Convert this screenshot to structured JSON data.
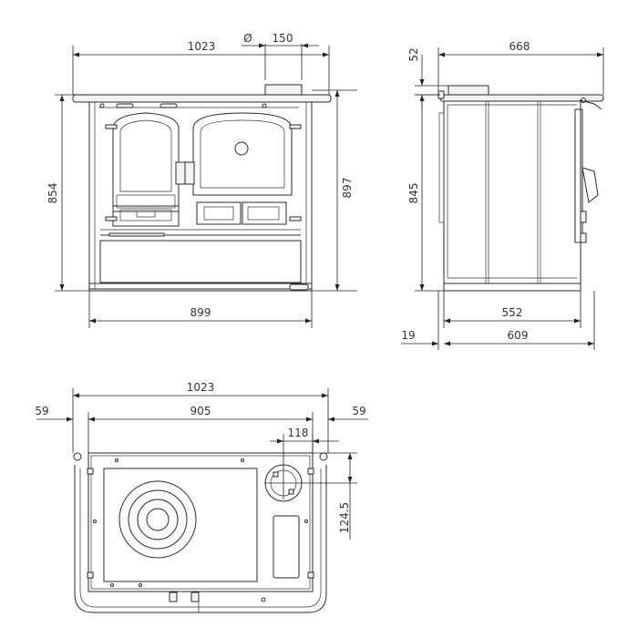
{
  "front_view": {
    "width_top": "1023",
    "flue_symbol": "Ø",
    "flue_diameter": "150",
    "height_total": "897",
    "height_body": "854",
    "width_body": "899"
  },
  "side_view": {
    "depth_top": "668",
    "top_offset": "52",
    "height": "845",
    "depth_body": "552",
    "front_offset": "19",
    "depth_total": "609"
  },
  "top_view": {
    "width_total": "1023",
    "margin_left": "59",
    "width_inner": "905",
    "margin_right": "59",
    "flue_offset_x": "118",
    "flue_offset_y": "124.5"
  }
}
